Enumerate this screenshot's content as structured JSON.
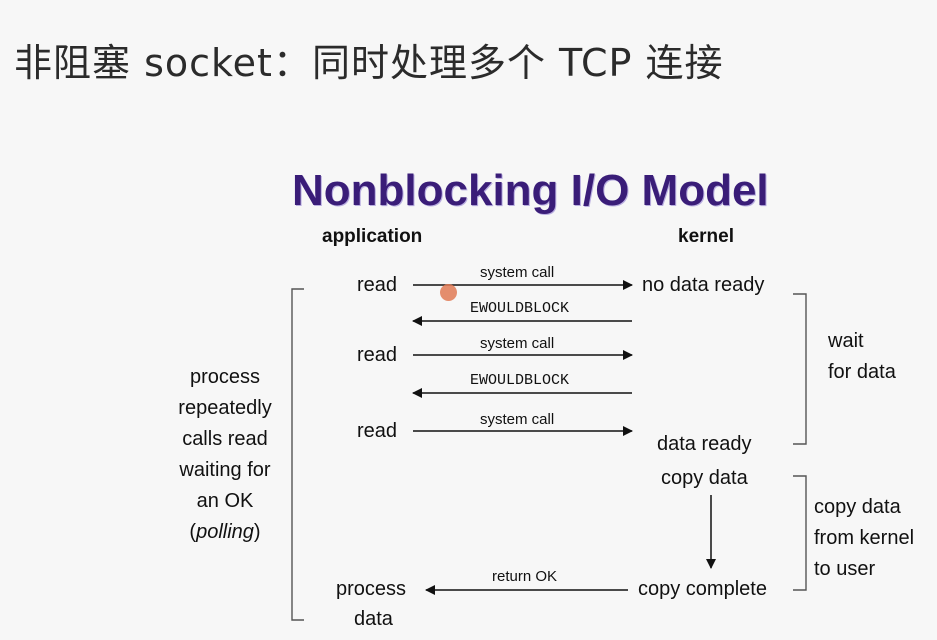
{
  "slide_title": "非阻塞 socket：同时处理多个 TCP 连接",
  "diagram": {
    "title": "Nonblocking I/O Model",
    "app_header": "application",
    "kernel_header": "kernel",
    "read_1": "read",
    "read_2": "read",
    "read_3": "read",
    "syscall_1": "system call",
    "syscall_2": "system call",
    "syscall_3": "system call",
    "ewouldblock_1": "EWOULDBLOCK",
    "ewouldblock_2": "EWOULDBLOCK",
    "no_data_ready": "no data ready",
    "data_ready": "data ready",
    "copy_data": "copy data",
    "copy_complete": "copy complete",
    "return_ok": "return OK",
    "process_data_1": "process",
    "process_data_2": "data",
    "wait_1": "wait",
    "wait_2": "for data",
    "copy_note_1": "copy data",
    "copy_note_2": "from kernel",
    "copy_note_3": "to user",
    "polling_1": "process",
    "polling_2": "repeatedly",
    "polling_3": "calls read",
    "polling_4": "waiting for",
    "polling_5": "an OK",
    "polling_6_open": "(",
    "polling_6_italic": "polling",
    "polling_6_close": ")"
  },
  "colors": {
    "title_purple": "#3a1d78",
    "cursor": "#e07a55"
  }
}
